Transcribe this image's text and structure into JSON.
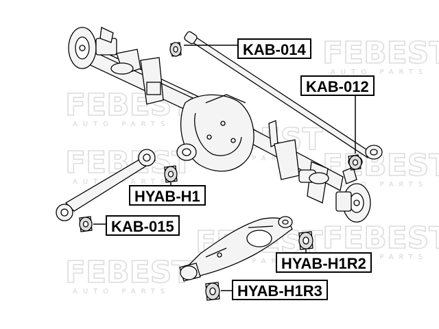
{
  "watermark": {
    "brand": "FEBEST",
    "subtitle": "AUTO PARTS"
  },
  "callouts": [
    {
      "id": "kab-014",
      "text": "KAB-014"
    },
    {
      "id": "kab-012",
      "text": "KAB-012"
    },
    {
      "id": "hyab-h1",
      "text": "HYAB-H1"
    },
    {
      "id": "kab-015",
      "text": "KAB-015"
    },
    {
      "id": "hyab-h1r2",
      "text": "HYAB-H1R2"
    },
    {
      "id": "hyab-h1r3",
      "text": "HYAB-H1R3"
    }
  ],
  "colors": {
    "line": "#000000",
    "watermark": "#dcdcdc",
    "part_fill": "#f4f4f4"
  }
}
